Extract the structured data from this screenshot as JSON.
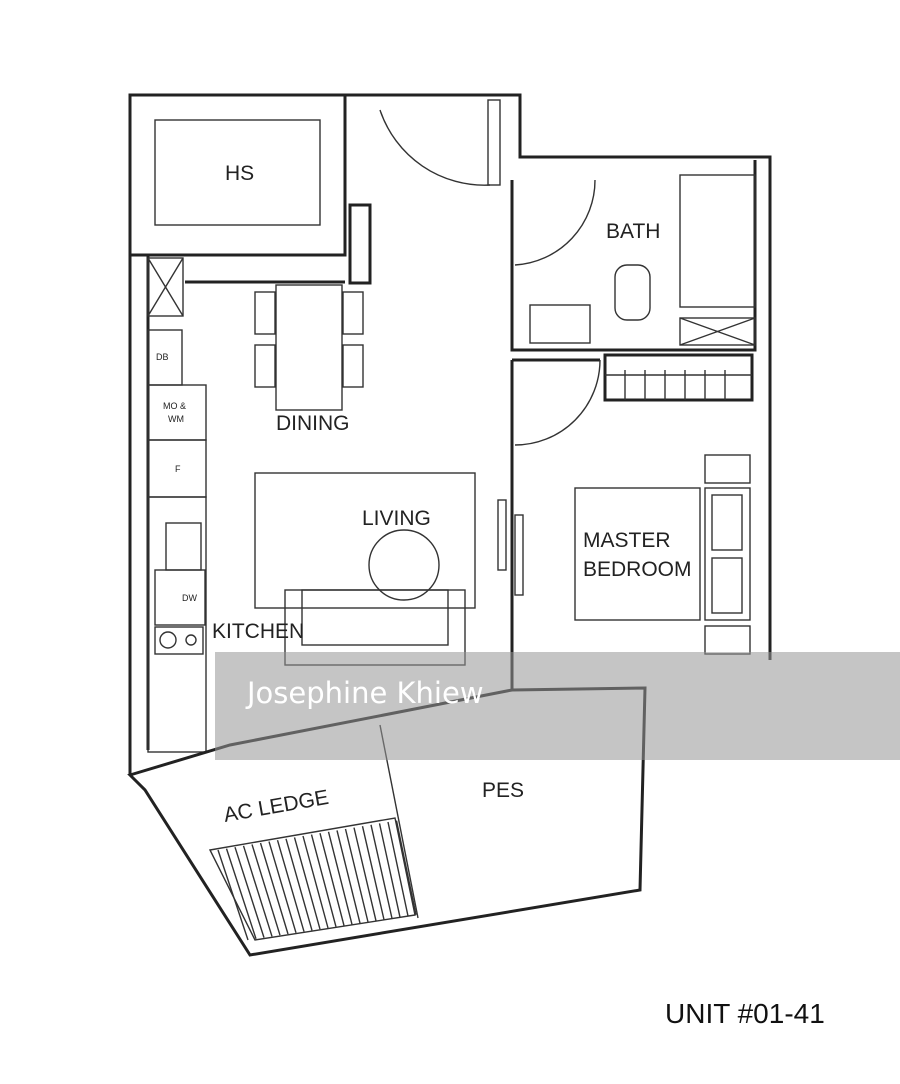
{
  "rooms": {
    "hs": "HS",
    "bath": "BATH",
    "dining": "DINING",
    "living": "LIVING",
    "master_bedroom_1": "MASTER",
    "master_bedroom_2": "BEDROOM",
    "kitchen": "KITCHEN",
    "ac_ledge": "AC LEDGE",
    "pes": "PES"
  },
  "fixtures": {
    "db": "DB",
    "mo_wm_1": "MO &",
    "mo_wm_2": "WM",
    "fridge": "F",
    "dw": "DW"
  },
  "watermark": "Josephine Khiew",
  "unit_label": "UNIT #01-41"
}
